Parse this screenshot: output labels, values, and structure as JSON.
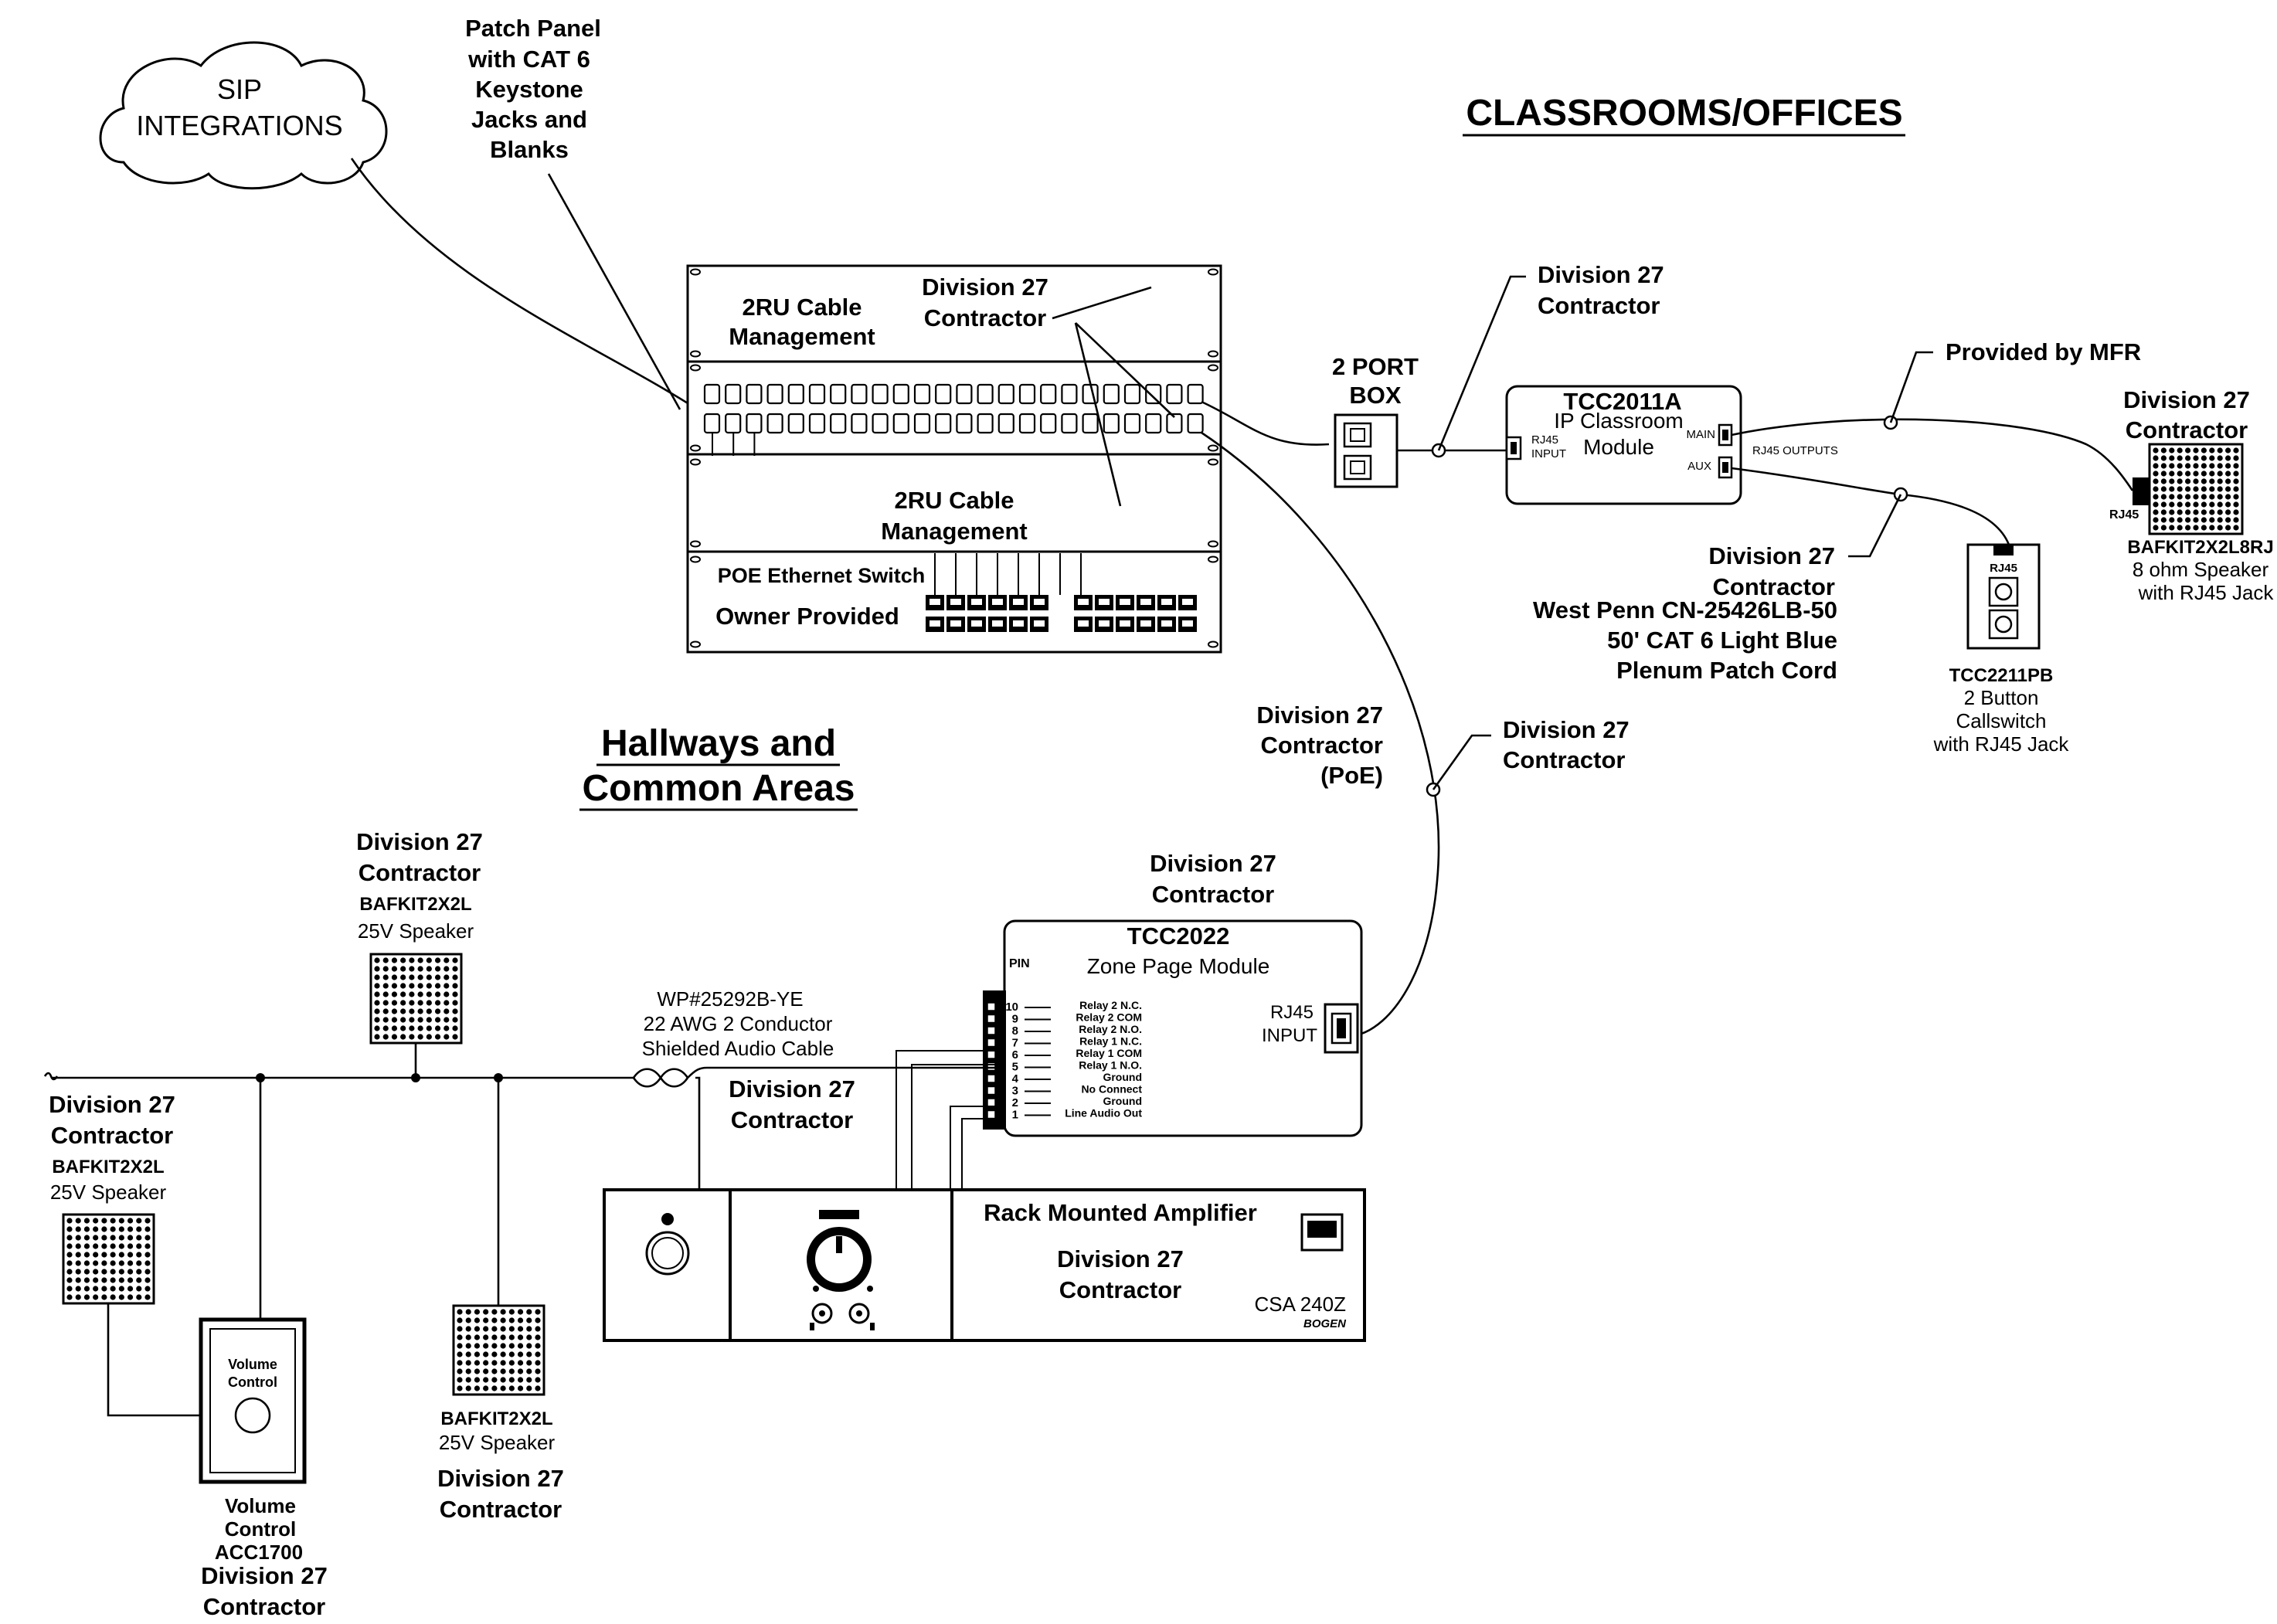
{
  "title_classrooms": "CLASSROOMS/OFFICES",
  "title_hallways_line1": "Hallways and",
  "title_hallways_line2": "Common Areas",
  "cloud": {
    "line1": "SIP",
    "line2": "INTEGRATIONS"
  },
  "patch_panel": {
    "lines": [
      "Patch Panel",
      "with CAT 6",
      "Keystone",
      "Jacks and",
      "Blanks"
    ]
  },
  "rack": {
    "cable_mgmt_top": [
      "2RU Cable",
      "Management"
    ],
    "contractor_top": [
      "Division 27",
      "Contractor"
    ],
    "cable_mgmt_bottom": [
      "2RU Cable",
      "Management"
    ],
    "poe_switch": "POE Ethernet Switch",
    "owner_provided": "Owner Provided"
  },
  "port_box": [
    "2 PORT",
    "BOX"
  ],
  "callouts": {
    "div27_top": [
      "Division 27",
      "Contractor"
    ],
    "provided_by_mfr": "Provided by MFR",
    "div27_speaker": [
      "Division 27",
      "Contractor"
    ],
    "div27_aux": [
      "Division 27",
      "Contractor"
    ],
    "div27_poe": [
      "Division 27",
      "Contractor",
      "(PoE)"
    ],
    "div27_right": [
      "Division 27",
      "Contractor"
    ],
    "div27_zone": [
      "Division 27",
      "Contractor"
    ],
    "div27_audio": [
      "Division 27",
      "Contractor"
    ]
  },
  "cable_spec": [
    "West Penn CN-25426LB-50",
    "50' CAT 6 Light Blue",
    "Plenum Patch Cord"
  ],
  "tcc2011a": {
    "model": "TCC2011A",
    "desc": [
      "IP Classroom",
      "Module"
    ],
    "rj45_input": [
      "RJ45",
      "INPUT"
    ],
    "main": "MAIN",
    "aux": "AUX",
    "outputs": "RJ45 OUTPUTS"
  },
  "speaker_ceiling": {
    "jack": "RJ45",
    "model": "BAFKIT2X2L8RJ",
    "desc": [
      "8 ohm Speaker",
      "with RJ45 Jack"
    ]
  },
  "callswitch": {
    "jack": "RJ45",
    "model": "TCC2211PB",
    "desc": [
      "2 Button",
      "Callswitch",
      "with RJ45 Jack"
    ]
  },
  "tcc2022": {
    "model": "TCC2022",
    "desc": "Zone Page Module",
    "pin": "PIN",
    "rj45_input": [
      "RJ45",
      "INPUT"
    ],
    "pins": [
      {
        "num": "10",
        "label": "Relay 2 N.C."
      },
      {
        "num": "9",
        "label": "Relay 2 COM"
      },
      {
        "num": "8",
        "label": "Relay 2 N.O."
      },
      {
        "num": "7",
        "label": "Relay 1 N.C."
      },
      {
        "num": "6",
        "label": "Relay 1 COM"
      },
      {
        "num": "5",
        "label": "Relay 1 N.O."
      },
      {
        "num": "4",
        "label": "Ground"
      },
      {
        "num": "3",
        "label": "No Connect"
      },
      {
        "num": "2",
        "label": "Ground"
      },
      {
        "num": "1",
        "label": "Line Audio Out"
      }
    ]
  },
  "audio_cable": [
    "WP#25292B-YE",
    "22 AWG 2 Conductor",
    "Shielded Audio Cable"
  ],
  "speaker_top": {
    "head": [
      "Division 27",
      "Contractor"
    ],
    "model": "BAFKIT2X2L",
    "desc": "25V Speaker"
  },
  "speaker_left": {
    "head": [
      "Division 27",
      "Contractor"
    ],
    "model": "BAFKIT2X2L",
    "desc": "25V Speaker"
  },
  "speaker_bottom": {
    "model": "BAFKIT2X2L",
    "desc": "25V Speaker",
    "foot": [
      "Division 27",
      "Contractor"
    ]
  },
  "volume": {
    "inner": [
      "Volume",
      "Control"
    ],
    "label": [
      "Volume",
      "Control",
      "ACC1700"
    ],
    "foot": [
      "Division 27",
      "Contractor"
    ]
  },
  "amplifier": {
    "title": "Rack Mounted Amplifier",
    "contractor": [
      "Division 27",
      "Contractor"
    ],
    "model": "CSA 240Z",
    "brand": "BOGEN"
  }
}
